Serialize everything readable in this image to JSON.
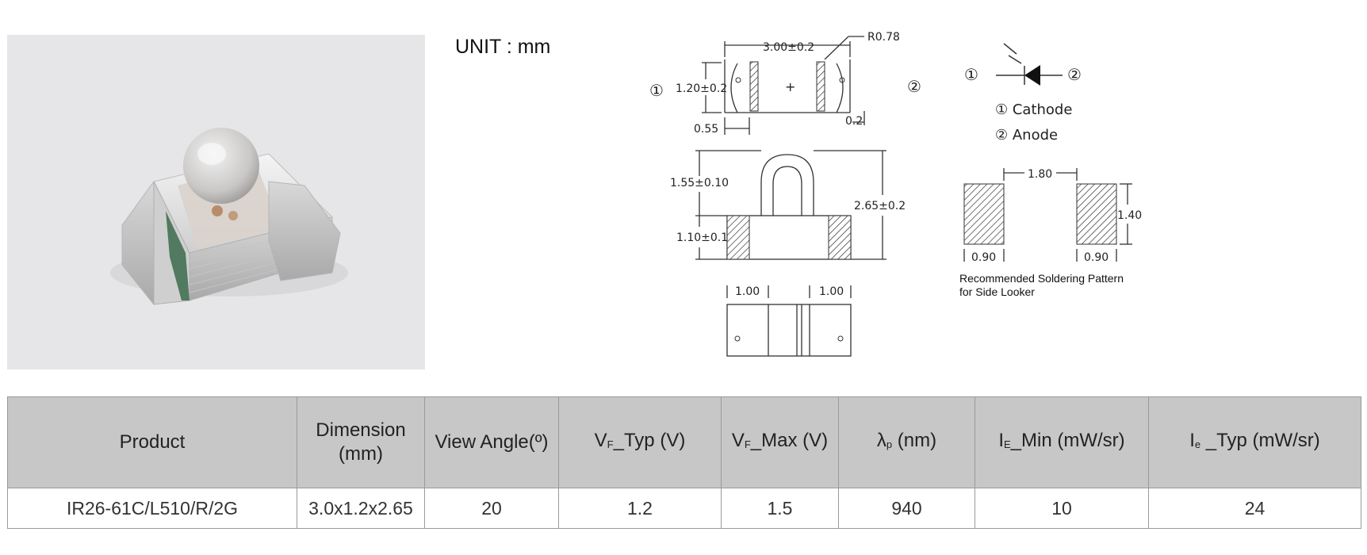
{
  "unit_label": "UNIT : mm",
  "top_view": {
    "pin1": "①",
    "pin2": "②",
    "width": "3.00±0.2",
    "radius": "R0.78",
    "height": "1.20±0.2",
    "left_offset": "0.55",
    "right_offset": "0.2",
    "plus_mark": "+"
  },
  "side_view": {
    "lens_height": "1.55±0.10",
    "total_height": "2.65±0.2",
    "body_height": "1.10±0.1"
  },
  "bottom_view": {
    "pad_left": "1.00",
    "pad_right": "1.00"
  },
  "schematic": {
    "pin1": "①",
    "pin2": "②",
    "cathode": "① Cathode",
    "anode": "② Anode"
  },
  "solder_pattern": {
    "spacing": "1.80",
    "pad_height": "1.40",
    "pad_width_left": "0.90",
    "pad_width_right": "0.90",
    "caption_line1": "Recommended Soldering Pattern",
    "caption_line2": "for Side Looker"
  },
  "table": {
    "headers": {
      "product": "Product",
      "dimension_line1": "Dimension",
      "dimension_line2": "(mm)",
      "view_angle": "View Angle(º)",
      "vf_typ_v": "V",
      "vf_typ_sub": "F",
      "vf_typ_rest": "_Typ (V)",
      "vf_max_v": "V",
      "vf_max_sub": "F",
      "vf_max_rest": "_Max (V)",
      "lambda": "λ",
      "lambda_sub": "p",
      "lambda_rest": " (nm)",
      "ie_min_i": "I",
      "ie_min_sub": "E",
      "ie_min_rest": "_Min (mW/sr)",
      "ie_typ_i": "I",
      "ie_typ_sub": "e",
      "ie_typ_rest": " _Typ (mW/sr)"
    },
    "rows": [
      {
        "product": "IR26-61C/L510/R/2G",
        "dimension": "3.0x1.2x2.65",
        "view_angle": "20",
        "vf_typ": "1.2",
        "vf_max": "1.5",
        "wavelength": "940",
        "ie_min": "10",
        "ie_typ": "24"
      }
    ]
  }
}
